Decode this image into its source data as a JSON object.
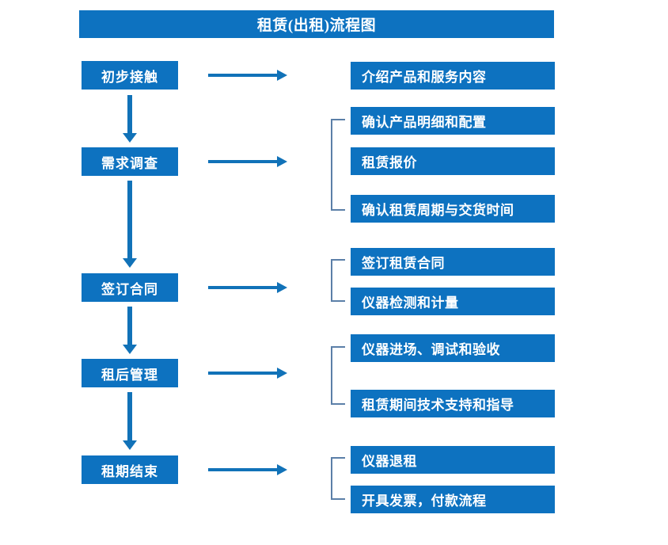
{
  "title": "租赁(出租)流程图",
  "accent_color": "#0d72c0",
  "arrow_color": "#1172b8",
  "bracket_color": "#5b7fa8",
  "background_color": "#ffffff",
  "stages": [
    {
      "label": "初步接触"
    },
    {
      "label": "需求调查"
    },
    {
      "label": "签订合同"
    },
    {
      "label": "租后管理"
    },
    {
      "label": "租期结束"
    }
  ],
  "details": [
    {
      "label": "介绍产品和服务内容"
    },
    {
      "label": "确认产品明细和配置"
    },
    {
      "label": "租赁报价"
    },
    {
      "label": "确认租赁周期与交货时间"
    },
    {
      "label": "签订租赁合同"
    },
    {
      "label": "仪器检测和计量"
    },
    {
      "label": "仪器进场、调试和验收"
    },
    {
      "label": "租赁期间技术支持和指导"
    },
    {
      "label": "仪器退租"
    },
    {
      "label": "开具发票，付款流程"
    }
  ],
  "icons": {
    "flow_arrow_right": "right-arrow-icon",
    "flow_arrow_down": "down-arrow-icon",
    "group_bracket": "bracket-icon"
  }
}
